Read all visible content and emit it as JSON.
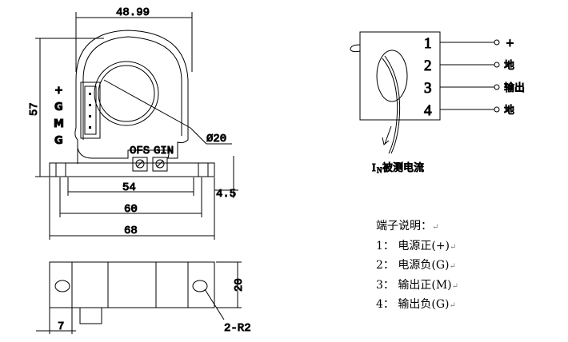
{
  "top_view": {
    "width_dim": "48.99",
    "height_dim": "57",
    "hole_dim": "Ø20",
    "offset_dim": "4.5",
    "dim_54": "54",
    "dim_60": "60",
    "dim_68": "68",
    "pin_labels": [
      "+",
      "G",
      "M",
      "G"
    ],
    "ofs_label": "OFS",
    "gin_label": "GIN"
  },
  "side_view": {
    "height_dim": "20",
    "tab_dim": "7",
    "radius_label": "2-R2"
  },
  "schematic": {
    "pins": [
      "1",
      "2",
      "3",
      "4"
    ],
    "terminals": [
      "+",
      "地",
      "输出",
      "地"
    ],
    "current_label_prefix": "I",
    "current_label_sub": "N",
    "current_label": "被测电流"
  },
  "legend": {
    "title": "端子说明：",
    "items": [
      "1： 电源正(+)",
      "2： 电源负(G)",
      "3： 输出正(M)",
      "4： 输出负(G)"
    ]
  }
}
